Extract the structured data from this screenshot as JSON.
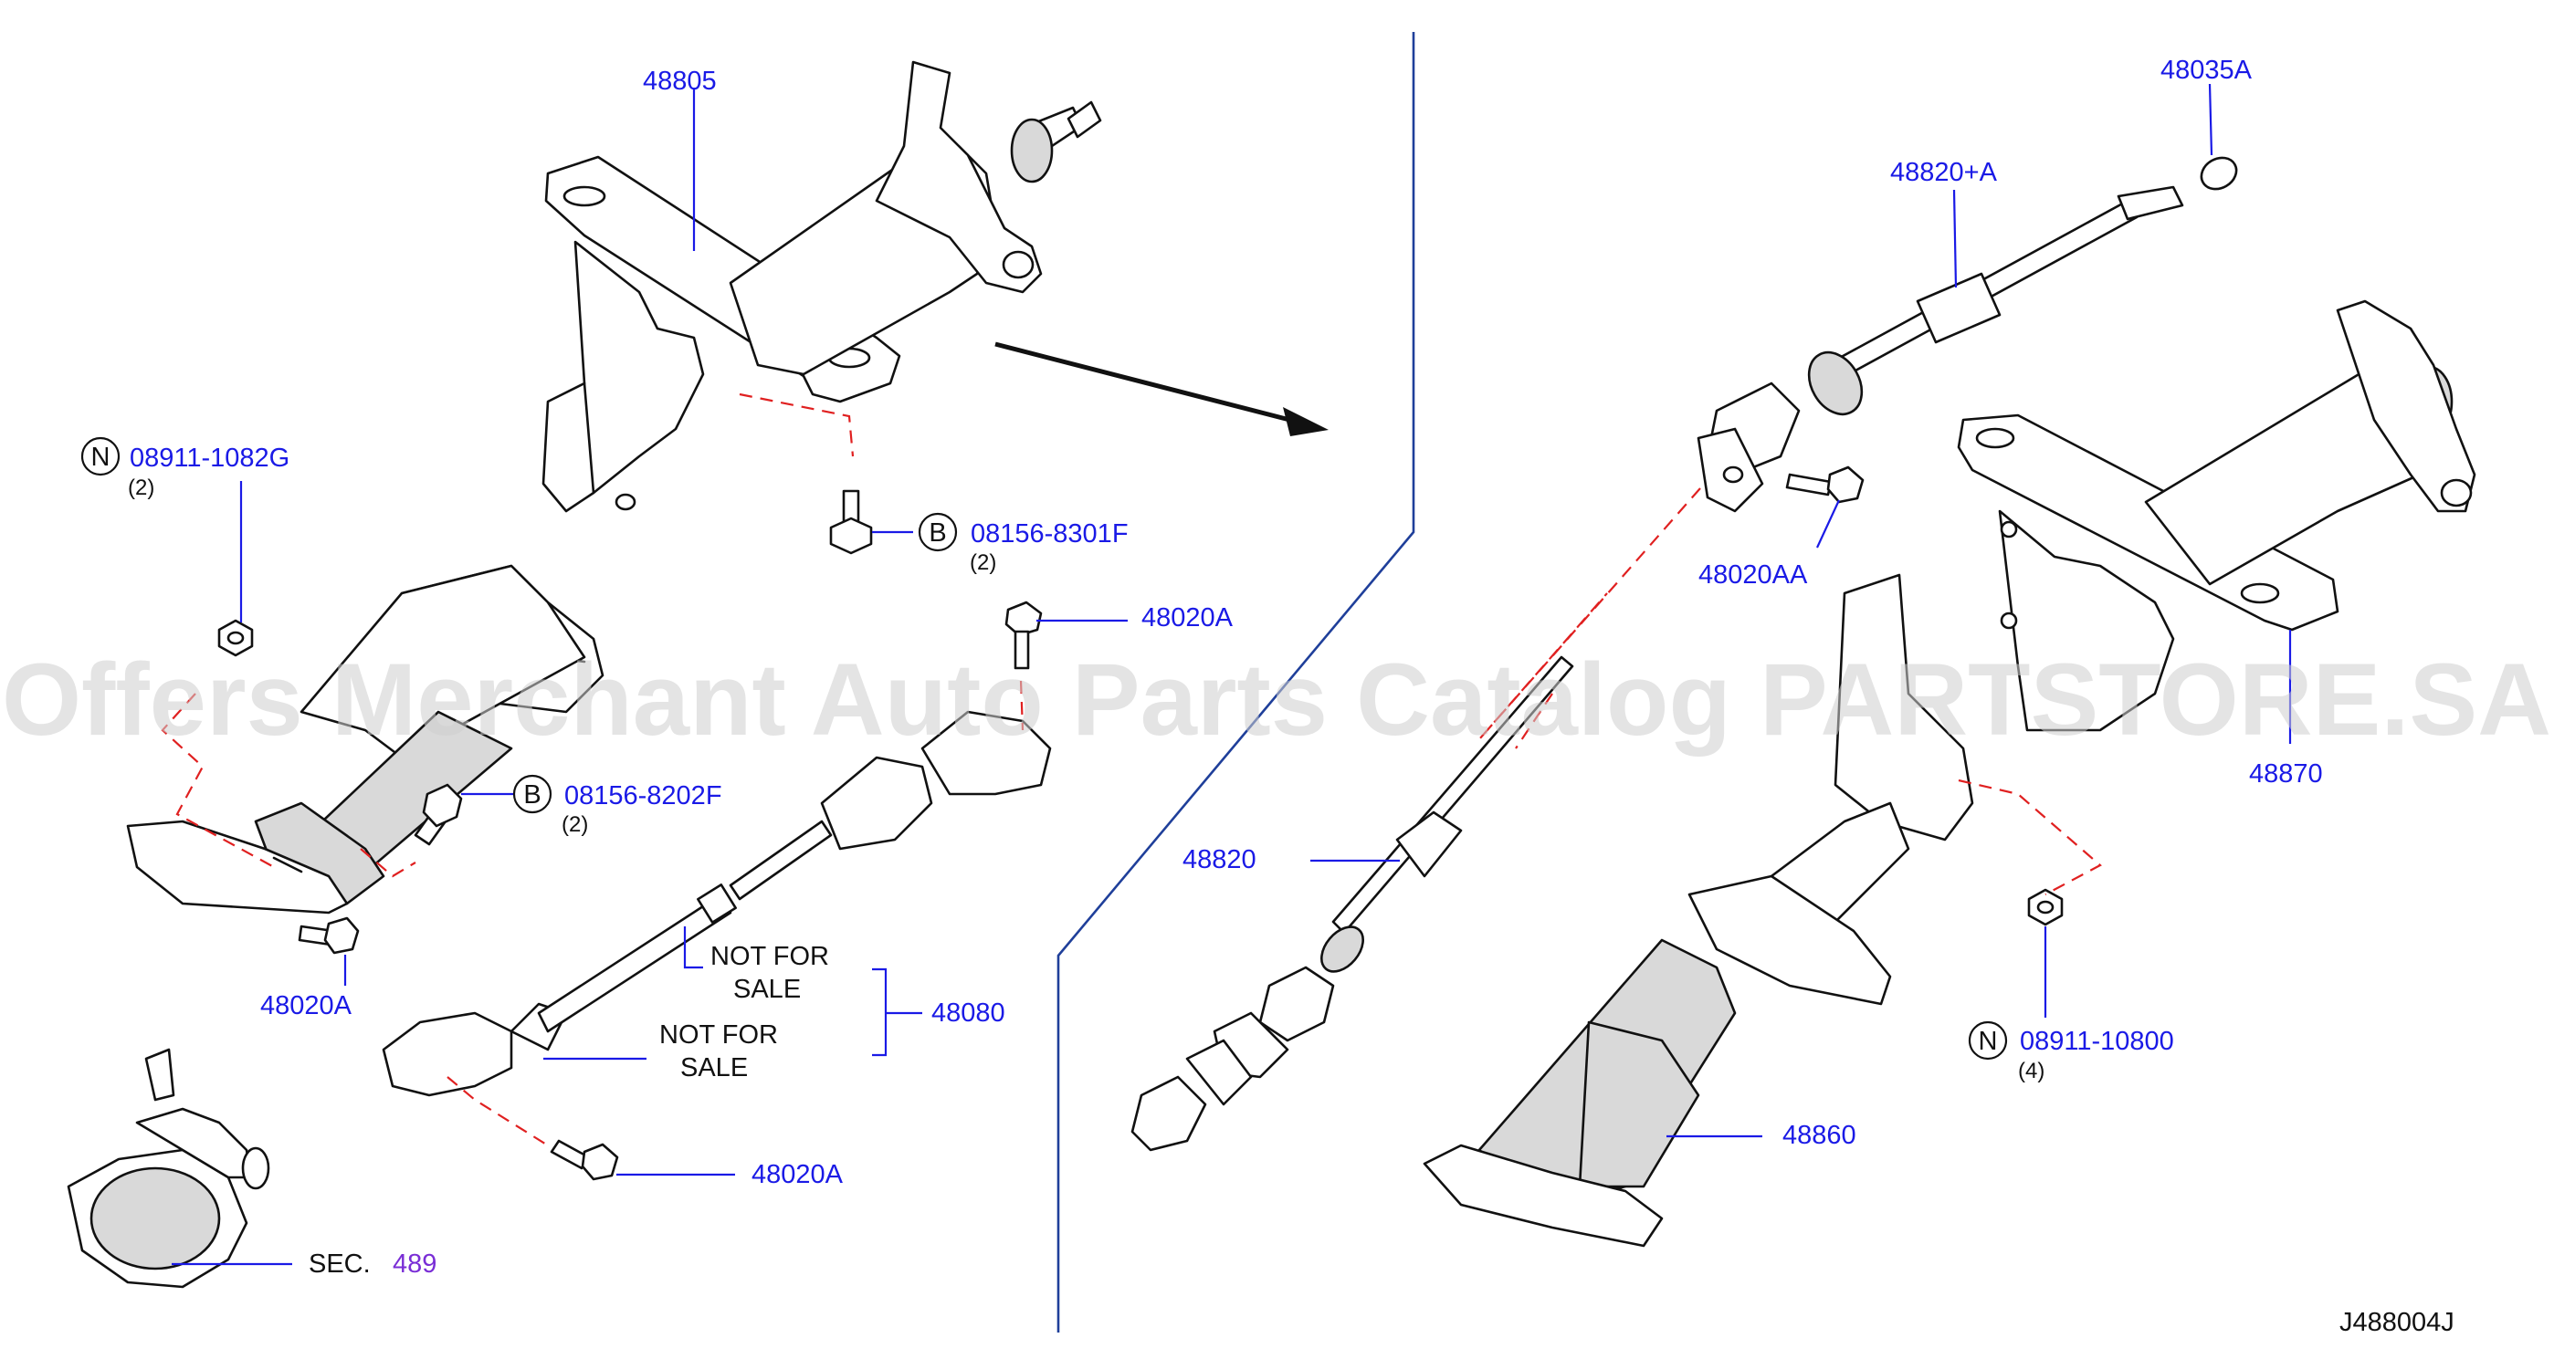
{
  "watermark": "Offers Merchant Auto Parts Catalog PARTSTORE.SA",
  "diagram_code": "J488004J",
  "colors": {
    "part_number": "#1a1ae6",
    "section_ref": "#7a2ed6",
    "dashed_line": "#e02020",
    "separator": "#1f3f9a"
  },
  "labels": {
    "p48805": "48805",
    "p48035a": "48035A",
    "p48820a": "48820+A",
    "n1_symbol": "N",
    "n1_number": "08911-1082G",
    "n1_qty": "(2)",
    "b1_symbol": "B",
    "b1_number": "08156-8301F",
    "b1_qty": "(2)",
    "p48020aa": "48020AA",
    "p48020a_top": "48020A",
    "b2_symbol": "B",
    "b2_number": "08156-8202F",
    "b2_qty": "(2)",
    "p48870": "48870",
    "p48820": "48820",
    "nfs1_line1": "NOT   FOR",
    "nfs1_line2": "SALE",
    "nfs2_line1": "NOT   FOR",
    "nfs2_line2": "SALE",
    "p48080": "48080",
    "p48020a_left": "48020A",
    "n2_symbol": "N",
    "n2_number": "08911-10800",
    "n2_qty": "(4)",
    "p48860": "48860",
    "p48020a_bottom": "48020A",
    "sec_text": "SEC.",
    "sec_number": "489"
  }
}
